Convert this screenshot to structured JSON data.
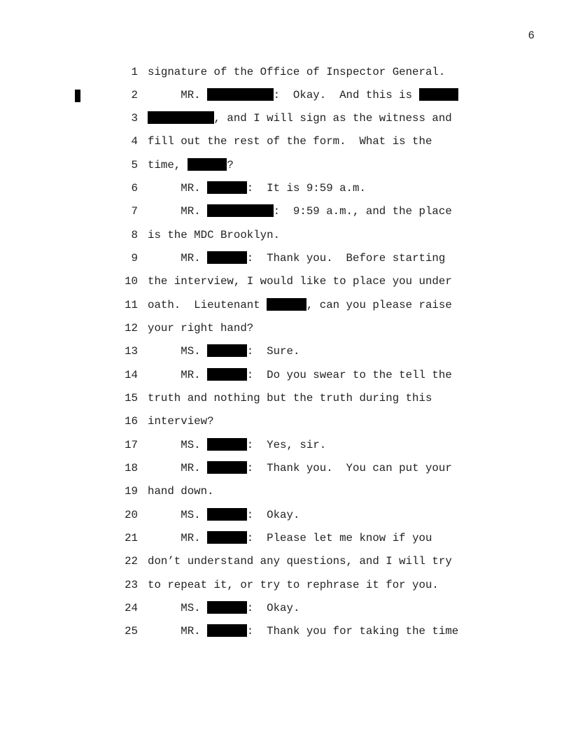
{
  "page_number": "6",
  "lines": [
    {
      "n": "1",
      "segs": [
        "signature of the Office of Inspector General."
      ]
    },
    {
      "n": "2",
      "segs": [
        "     MR. ",
        {
          "redacted": "long"
        },
        ":  Okay.  And this is ",
        {
          "redacted": "short"
        }
      ]
    },
    {
      "n": "3",
      "segs": [
        {
          "redacted": "long"
        },
        ", and I will sign as the witness and"
      ]
    },
    {
      "n": "4",
      "segs": [
        "fill out the rest of the form.  What is the"
      ]
    },
    {
      "n": "5",
      "segs": [
        "time, ",
        {
          "redacted": "short"
        },
        "?"
      ]
    },
    {
      "n": "6",
      "segs": [
        "     MR. ",
        {
          "redacted": "short"
        },
        ":  It is 9:59 a.m."
      ]
    },
    {
      "n": "7",
      "segs": [
        "     MR. ",
        {
          "redacted": "long"
        },
        ":  9:59 a.m., and the place"
      ]
    },
    {
      "n": "8",
      "segs": [
        "is the MDC Brooklyn."
      ]
    },
    {
      "n": "9",
      "segs": [
        "     MR. ",
        {
          "redacted": "short"
        },
        ":  Thank you.  Before starting"
      ]
    },
    {
      "n": "10",
      "segs": [
        "the interview, I would like to place you under"
      ]
    },
    {
      "n": "11",
      "segs": [
        "oath.  Lieutenant ",
        {
          "redacted": "short"
        },
        ", can you please raise"
      ]
    },
    {
      "n": "12",
      "segs": [
        "your right hand?"
      ]
    },
    {
      "n": "13",
      "segs": [
        "     MS. ",
        {
          "redacted": "short"
        },
        ":  Sure."
      ]
    },
    {
      "n": "14",
      "segs": [
        "     MR. ",
        {
          "redacted": "short"
        },
        ":  Do you swear to the tell the"
      ]
    },
    {
      "n": "15",
      "segs": [
        "truth and nothing but the truth during this"
      ]
    },
    {
      "n": "16",
      "segs": [
        "interview?"
      ]
    },
    {
      "n": "17",
      "segs": [
        "     MS. ",
        {
          "redacted": "short"
        },
        ":  Yes, sir."
      ]
    },
    {
      "n": "18",
      "segs": [
        "     MR. ",
        {
          "redacted": "short"
        },
        ":  Thank you.  You can put your"
      ]
    },
    {
      "n": "19",
      "segs": [
        "hand down."
      ]
    },
    {
      "n": "20",
      "segs": [
        "     MS. ",
        {
          "redacted": "short"
        },
        ":  Okay."
      ]
    },
    {
      "n": "21",
      "segs": [
        "     MR. ",
        {
          "redacted": "short"
        },
        ":  Please let me know if you"
      ]
    },
    {
      "n": "22",
      "segs": [
        "don’t understand any questions, and I will try"
      ]
    },
    {
      "n": "23",
      "segs": [
        "to repeat it, or try to rephrase it for you."
      ]
    },
    {
      "n": "24",
      "segs": [
        "     MS. ",
        {
          "redacted": "short"
        },
        ":  Okay."
      ]
    },
    {
      "n": "25",
      "segs": [
        "     MR. ",
        {
          "redacted": "short"
        },
        ":  Thank you for taking the time"
      ]
    }
  ]
}
